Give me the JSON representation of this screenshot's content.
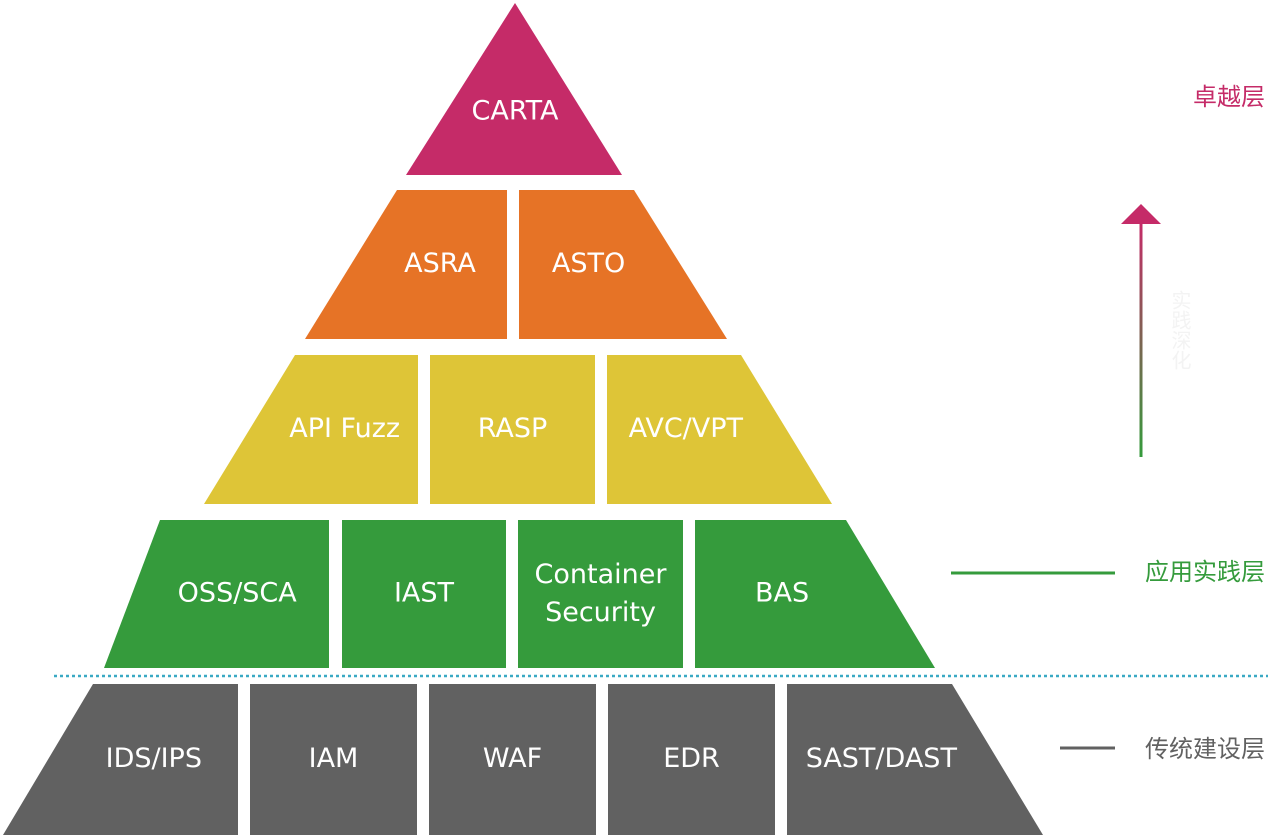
{
  "diagram": {
    "type": "pyramid",
    "layers": [
      {
        "id": "excellence",
        "color": "#c52b68",
        "blocks": [
          {
            "label": "CARTA"
          }
        ]
      },
      {
        "id": "orange",
        "color": "#e67326",
        "blocks": [
          {
            "label": "ASRA"
          },
          {
            "label": "ASTO"
          }
        ]
      },
      {
        "id": "yellow",
        "color": "#dec537",
        "blocks": [
          {
            "label": "API Fuzz"
          },
          {
            "label": "RASP"
          },
          {
            "label": "AVC/VPT"
          }
        ]
      },
      {
        "id": "application-practice",
        "color": "#359b3c",
        "blocks": [
          {
            "label": "OSS/SCA"
          },
          {
            "label": "IAST"
          },
          {
            "label": "Container Security"
          },
          {
            "label": "BAS"
          }
        ]
      },
      {
        "id": "traditional-build",
        "color": "#616161",
        "blocks": [
          {
            "label": "IDS/IPS"
          },
          {
            "label": "IAM"
          },
          {
            "label": "WAF"
          },
          {
            "label": "EDR"
          },
          {
            "label": "SAST/DAST"
          }
        ]
      }
    ],
    "divider_color": "#3aa9c4",
    "side_labels": {
      "excellence": {
        "text": "卓越层",
        "color": "#c52b68"
      },
      "application_practice": {
        "text": "应用实践层",
        "color": "#359b3c"
      },
      "traditional_build": {
        "text": "传统建设层",
        "color": "#616161"
      }
    },
    "arrow": {
      "top_color": "#c52b68",
      "bottom_color": "#359b3c",
      "faint_text": "实践深化"
    }
  }
}
